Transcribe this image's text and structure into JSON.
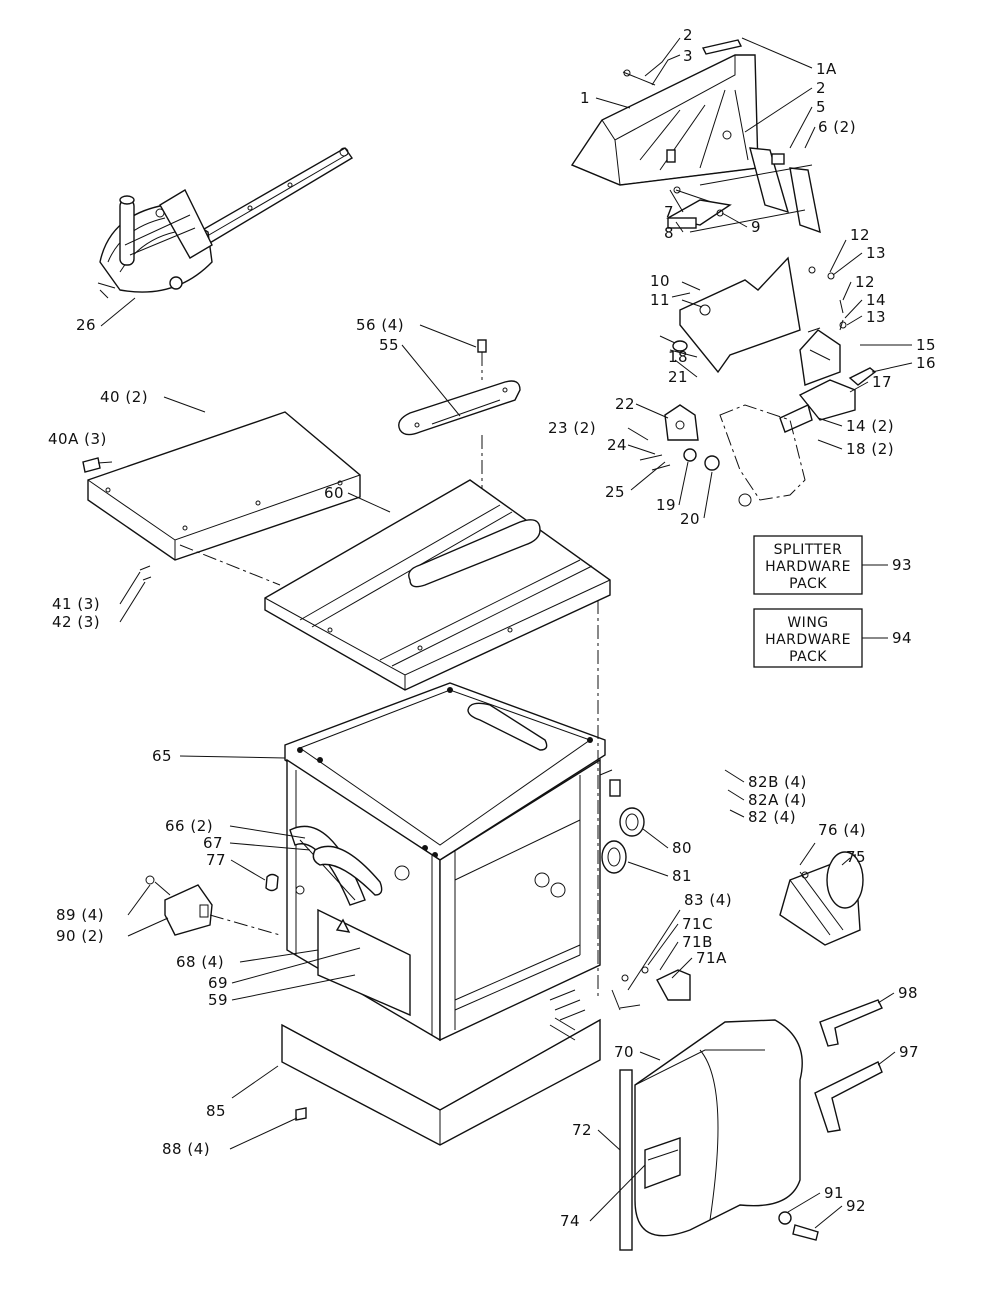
{
  "labels": [
    {
      "id": "p2a",
      "text": "2"
    },
    {
      "id": "p3",
      "text": "3"
    },
    {
      "id": "p1a",
      "text": "1A"
    },
    {
      "id": "p1",
      "text": "1"
    },
    {
      "id": "p2b",
      "text": "2"
    },
    {
      "id": "p5",
      "text": "5"
    },
    {
      "id": "p6",
      "text": "6 (2)"
    },
    {
      "id": "p7",
      "text": "7"
    },
    {
      "id": "p8",
      "text": "8"
    },
    {
      "id": "p9",
      "text": "9"
    },
    {
      "id": "p12a",
      "text": "12"
    },
    {
      "id": "p13a",
      "text": "13"
    },
    {
      "id": "p10",
      "text": "10"
    },
    {
      "id": "p11",
      "text": "11"
    },
    {
      "id": "p12b",
      "text": "12"
    },
    {
      "id": "p14a",
      "text": "14"
    },
    {
      "id": "p13b",
      "text": "13"
    },
    {
      "id": "p15",
      "text": "15"
    },
    {
      "id": "p16",
      "text": "16"
    },
    {
      "id": "p17",
      "text": "17"
    },
    {
      "id": "p18a",
      "text": "18"
    },
    {
      "id": "p21",
      "text": "21"
    },
    {
      "id": "p22",
      "text": "22"
    },
    {
      "id": "p23",
      "text": "23 (2)"
    },
    {
      "id": "p24",
      "text": "24"
    },
    {
      "id": "p14b",
      "text": "14 (2)"
    },
    {
      "id": "p18b",
      "text": "18 (2)"
    },
    {
      "id": "p25",
      "text": "25"
    },
    {
      "id": "p19",
      "text": "19"
    },
    {
      "id": "p20",
      "text": "20"
    },
    {
      "id": "p26",
      "text": "26"
    },
    {
      "id": "p56",
      "text": "56 (4)"
    },
    {
      "id": "p55",
      "text": "55"
    },
    {
      "id": "p40",
      "text": "40 (2)"
    },
    {
      "id": "p40a",
      "text": "40A (3)"
    },
    {
      "id": "p60",
      "text": "60"
    },
    {
      "id": "p41",
      "text": "41 (3)"
    },
    {
      "id": "p42",
      "text": "42 (3)"
    },
    {
      "id": "p65",
      "text": "65"
    },
    {
      "id": "p82b",
      "text": "82B (4)"
    },
    {
      "id": "p82a",
      "text": "82A (4)"
    },
    {
      "id": "p82",
      "text": "82 (4)"
    },
    {
      "id": "p66",
      "text": "66 (2)"
    },
    {
      "id": "p67",
      "text": "67"
    },
    {
      "id": "p77",
      "text": "77"
    },
    {
      "id": "p80",
      "text": "80"
    },
    {
      "id": "p81",
      "text": "81"
    },
    {
      "id": "p76",
      "text": "76 (4)"
    },
    {
      "id": "p75",
      "text": "75"
    },
    {
      "id": "p83",
      "text": "83 (4)"
    },
    {
      "id": "p71c",
      "text": "71C"
    },
    {
      "id": "p71b",
      "text": "71B"
    },
    {
      "id": "p71a",
      "text": "71A"
    },
    {
      "id": "p89",
      "text": "89 (4)"
    },
    {
      "id": "p90",
      "text": "90 (2)"
    },
    {
      "id": "p68",
      "text": "68 (4)"
    },
    {
      "id": "p69",
      "text": "69"
    },
    {
      "id": "p59",
      "text": "59"
    },
    {
      "id": "p98",
      "text": "98"
    },
    {
      "id": "p97",
      "text": "97"
    },
    {
      "id": "p70",
      "text": "70"
    },
    {
      "id": "p85",
      "text": "85"
    },
    {
      "id": "p72",
      "text": "72"
    },
    {
      "id": "p88",
      "text": "88 (4)"
    },
    {
      "id": "p91",
      "text": "91"
    },
    {
      "id": "p92",
      "text": "92"
    },
    {
      "id": "p74",
      "text": "74"
    },
    {
      "id": "p93",
      "text": "93"
    },
    {
      "id": "p94",
      "text": "94"
    }
  ],
  "boxes": {
    "splitter": {
      "lines": [
        "SPLITTER",
        "HARDWARE",
        "PACK"
      ]
    },
    "wing": {
      "lines": [
        "WING",
        "HARDWARE",
        "PACK"
      ]
    }
  }
}
